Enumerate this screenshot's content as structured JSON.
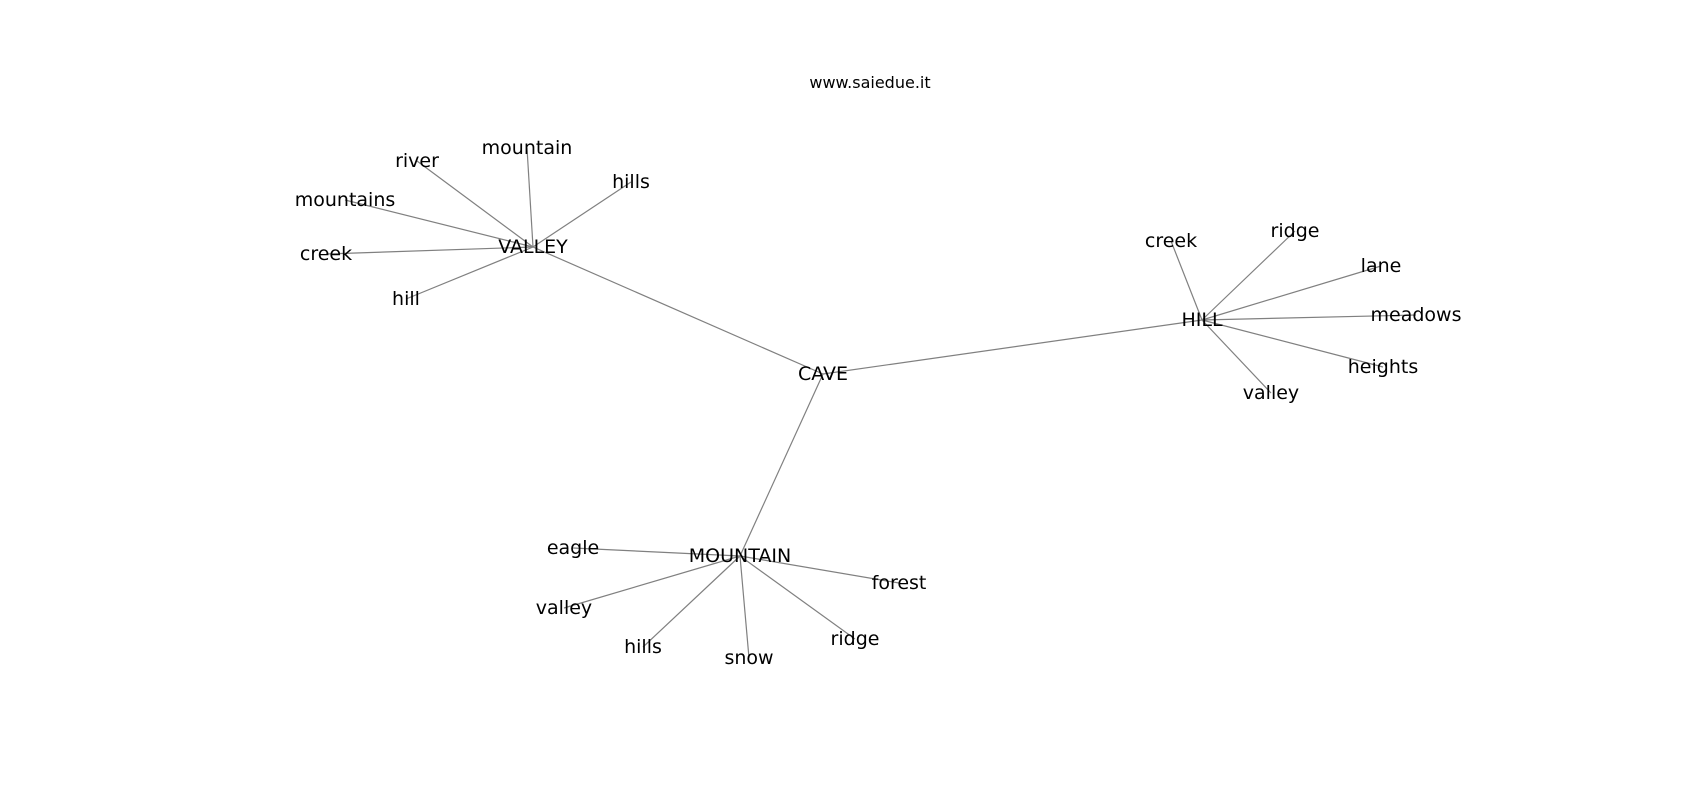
{
  "watermark": "www.saiedue.it",
  "colors": {
    "edge": "#808080",
    "text": "#000000",
    "background": "#ffffff"
  },
  "graph": {
    "root": {
      "id": "cave",
      "label": "CAVE"
    },
    "hubs": [
      {
        "id": "valley",
        "label": "VALLEY",
        "leaves": [
          {
            "id": "valley-mountain",
            "label": "mountain"
          },
          {
            "id": "valley-river",
            "label": "river"
          },
          {
            "id": "valley-hills",
            "label": "hills"
          },
          {
            "id": "valley-mountains",
            "label": "mountains"
          },
          {
            "id": "valley-creek",
            "label": "creek"
          },
          {
            "id": "valley-hill",
            "label": "hill"
          }
        ]
      },
      {
        "id": "hill",
        "label": "HILL",
        "leaves": [
          {
            "id": "hill-creek",
            "label": "creek"
          },
          {
            "id": "hill-ridge",
            "label": "ridge"
          },
          {
            "id": "hill-lane",
            "label": "lane"
          },
          {
            "id": "hill-meadows",
            "label": "meadows"
          },
          {
            "id": "hill-heights",
            "label": "heights"
          },
          {
            "id": "hill-valley",
            "label": "valley"
          }
        ]
      },
      {
        "id": "mountain",
        "label": "MOUNTAIN",
        "leaves": [
          {
            "id": "mountain-eagle",
            "label": "eagle"
          },
          {
            "id": "mountain-forest",
            "label": "forest"
          },
          {
            "id": "mountain-valley",
            "label": "valley"
          },
          {
            "id": "mountain-hills",
            "label": "hills"
          },
          {
            "id": "mountain-snow",
            "label": "snow"
          },
          {
            "id": "mountain-ridge",
            "label": "ridge"
          }
        ]
      }
    ]
  }
}
